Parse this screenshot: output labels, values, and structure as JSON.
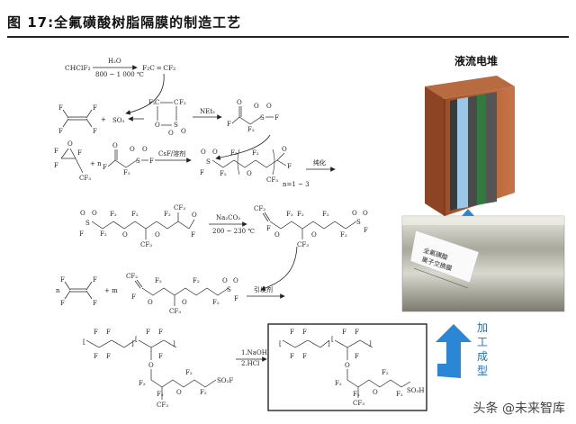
{
  "figure": {
    "title": "图 17:全氟磺酸树脂隔膜的制造工艺"
  },
  "steps": {
    "s1": {
      "reactant": "CHClF₂",
      "reagent": "H₂O",
      "condition": "800 ~ 1 000 ℃",
      "product": "F₂C ═ CF₂"
    },
    "s2": {
      "plus": "+",
      "so3": "SO₃",
      "reagent": "NEt₃"
    },
    "s3": {
      "plus_n": "+ n",
      "reagent": "CsF/溶剂",
      "n_note": "n=1 ~ 3",
      "purify": "纯化"
    },
    "s4": {
      "reagent": "Na₂CO₃",
      "condition": "200 ~ 230 ℃"
    },
    "s5": {
      "prefix_n": "n",
      "plus_m": "+ m",
      "initiator": "引发剂"
    },
    "s6": {
      "step1": "1.NaOH",
      "step2": "2.HCl"
    }
  },
  "groups": {
    "so2f": "SO₂F",
    "so3h": "SO₃H",
    "cf3": "CF₃",
    "cf2": "CF₂",
    "f2": "F₂",
    "f": "F",
    "o": "O",
    "s": "S"
  },
  "photos": {
    "stack_label": "液流电堆",
    "membrane_tag_line1": "全氟磺酸",
    "membrane_tag_line2": "离子交换膜"
  },
  "side_label": [
    "加",
    "工",
    "成",
    "型"
  ],
  "watermark": "头条 @未来智库",
  "colors": {
    "arrow_blue": "#2c86d6",
    "box_border": "#333333"
  }
}
